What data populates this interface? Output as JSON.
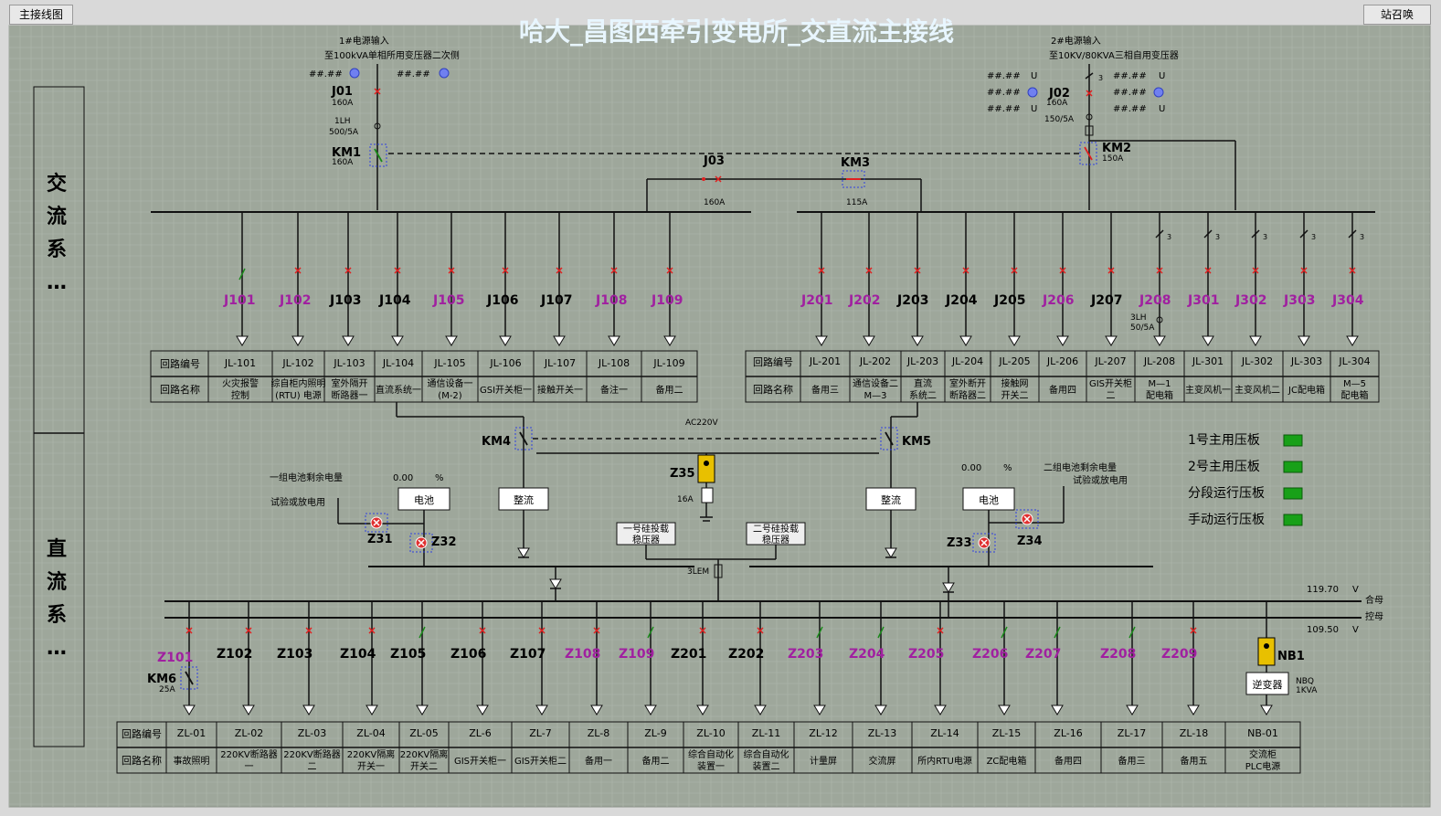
{
  "title": "哈大_昌图西牵引变电所_交直流主接线",
  "buttons": {
    "main": "主接线图",
    "recall": "站召唤"
  },
  "side": {
    "ac": [
      "交",
      "流",
      "系",
      "…"
    ],
    "dc": [
      "直",
      "流",
      "系",
      "…"
    ]
  },
  "inputs": {
    "in1": {
      "line1": "1#电源输入",
      "line2": "至100kVA单相所用变压器二次侧"
    },
    "in2": {
      "line1": "2#电源输入",
      "line2": "至10KV/80KVA三相自用变压器"
    }
  },
  "ph": "##.##",
  "unitU": "U",
  "j01": {
    "name": "J01",
    "rate": "160A",
    "lh": "1LH",
    "lhr": "500/5A"
  },
  "km1": {
    "name": "KM1",
    "rate": "160A"
  },
  "j02": {
    "name": "J02",
    "rate": "160A",
    "lhr": "150/5A",
    "n": "3"
  },
  "km2": {
    "name": "KM2",
    "rate": "150A"
  },
  "j03": {
    "name": "J03",
    "rate": "160A"
  },
  "km3": {
    "name": "KM3",
    "rate": "115A"
  },
  "ac_left": {
    "names": [
      "J101",
      "J102",
      "J103",
      "J104",
      "J105",
      "J106",
      "J107",
      "J108",
      "J109"
    ],
    "codes": [
      "JL-101",
      "JL-102",
      "JL-103",
      "JL-104",
      "JL-105",
      "JL-106",
      "JL-107",
      "JL-108",
      "JL-109"
    ],
    "labels": [
      [
        "火灾报警",
        "控制"
      ],
      [
        "综自柜内照明",
        "(RTU) 电源"
      ],
      [
        "室外隔开",
        "断路器一"
      ],
      [
        "直流系统一"
      ],
      [
        "通信设备一",
        "(M-2)"
      ],
      [
        "GSI开关柜一"
      ],
      [
        "接触开关一"
      ],
      [
        "备注一"
      ],
      [
        "备用二"
      ]
    ]
  },
  "ac_right": {
    "names": [
      "J201",
      "J202",
      "J203",
      "J204",
      "J205",
      "J206",
      "J207",
      "J208",
      "J301",
      "J302",
      "J303",
      "J304"
    ],
    "codes": [
      "JL-201",
      "JL-202",
      "JL-203",
      "JL-204",
      "JL-205",
      "JL-206",
      "JL-207",
      "JL-208",
      "JL-301",
      "JL-302",
      "JL-303",
      "JL-304"
    ],
    "labels": [
      [
        "备用三"
      ],
      [
        "通信设备二",
        "M—3"
      ],
      [
        "直流",
        "系统二"
      ],
      [
        "室外断开",
        "断路器二"
      ],
      [
        "接触网",
        "开关二"
      ],
      [
        "备用四"
      ],
      [
        "GIS开关柜",
        "二"
      ],
      [
        "M—1",
        "配电箱"
      ],
      [
        "主变风机一"
      ],
      [
        "主变风机二"
      ],
      [
        "JC配电箱"
      ],
      [
        "M—5",
        "配电箱"
      ]
    ],
    "lh": "3LH",
    "lhr": "50/5A",
    "n": "3"
  },
  "table_head": {
    "code": "回路编号",
    "name": "回路名称"
  },
  "km4": "KM4",
  "km5": "KM5",
  "ac220": "AC220V",
  "z35": {
    "name": "Z35",
    "rate": "16A"
  },
  "bat1": {
    "title": "一组电池剩余电量",
    "val": "0.00",
    "unit": "%",
    "test": "试验或放电用",
    "bat": "电池",
    "rect": "整流"
  },
  "bat2": {
    "title": "二组电池剩余电量",
    "val": "0.00",
    "unit": "%",
    "test": "试验或放电用",
    "bat": "电池",
    "rect": "整流"
  },
  "z31": "Z31",
  "z32": "Z32",
  "z33": "Z33",
  "z34": "Z34",
  "reg1": [
    "一号硅投载",
    "稳压器"
  ],
  "reg2": [
    "二号硅投载",
    "稳压器"
  ],
  "lem": "3LEM",
  "bus": {
    "v1": "119.70",
    "v2": "109.50",
    "unit": "V",
    "hm": "合母",
    "km": "控母"
  },
  "legend": [
    "1号主用压板",
    "2号主用压板",
    "分段运行压板",
    "手动运行压板"
  ],
  "dc": {
    "names": [
      "Z101",
      "Z102",
      "Z103",
      "Z104",
      "Z105",
      "Z106",
      "Z107",
      "Z108",
      "Z109",
      "Z201",
      "Z202",
      "Z203",
      "Z204",
      "Z205",
      "Z206",
      "Z207",
      "Z208",
      "Z209"
    ],
    "codes": [
      "ZL-01",
      "ZL-02",
      "ZL-03",
      "ZL-04",
      "ZL-05",
      "ZL-6",
      "ZL-7",
      "ZL-8",
      "ZL-9",
      "ZL-10",
      "ZL-11",
      "ZL-12",
      "ZL-13",
      "ZL-14",
      "ZL-15",
      "ZL-16",
      "ZL-17",
      "ZL-18",
      "NB-01"
    ],
    "labels": [
      [
        "事故照明"
      ],
      [
        "220KV断路器",
        "一"
      ],
      [
        "220KV断路器",
        "二"
      ],
      [
        "220KV隔离",
        "开关一"
      ],
      [
        "220KV隔离",
        "开关二"
      ],
      [
        "GIS开关柜一"
      ],
      [
        "GIS开关柜二"
      ],
      [
        "备用一"
      ],
      [
        "备用二"
      ],
      [
        "综合自动化",
        "装置一"
      ],
      [
        "综合自动化",
        "装置二"
      ],
      [
        "计量屏"
      ],
      [
        "交流屏"
      ],
      [
        "所内RTU电源"
      ],
      [
        "ZC配电箱"
      ],
      [
        "备用四"
      ],
      [
        "备用三"
      ],
      [
        "备用五"
      ],
      [
        "交流柜",
        "PLC电源"
      ]
    ]
  },
  "km6": {
    "name": "KM6",
    "rate": "25A"
  },
  "nb1": {
    "name": "NB1",
    "inv": "逆变器",
    "nbq": "NBQ",
    "kva": "1KVA"
  },
  "colors": {
    "bg": "#9ea79b",
    "grid": "#b0b8ad",
    "line": "#111111",
    "red": "#e02020",
    "green": "#1a8a1a",
    "purple": "#a020a0",
    "title": "#e8f6ff",
    "blue": "#3040e0"
  }
}
